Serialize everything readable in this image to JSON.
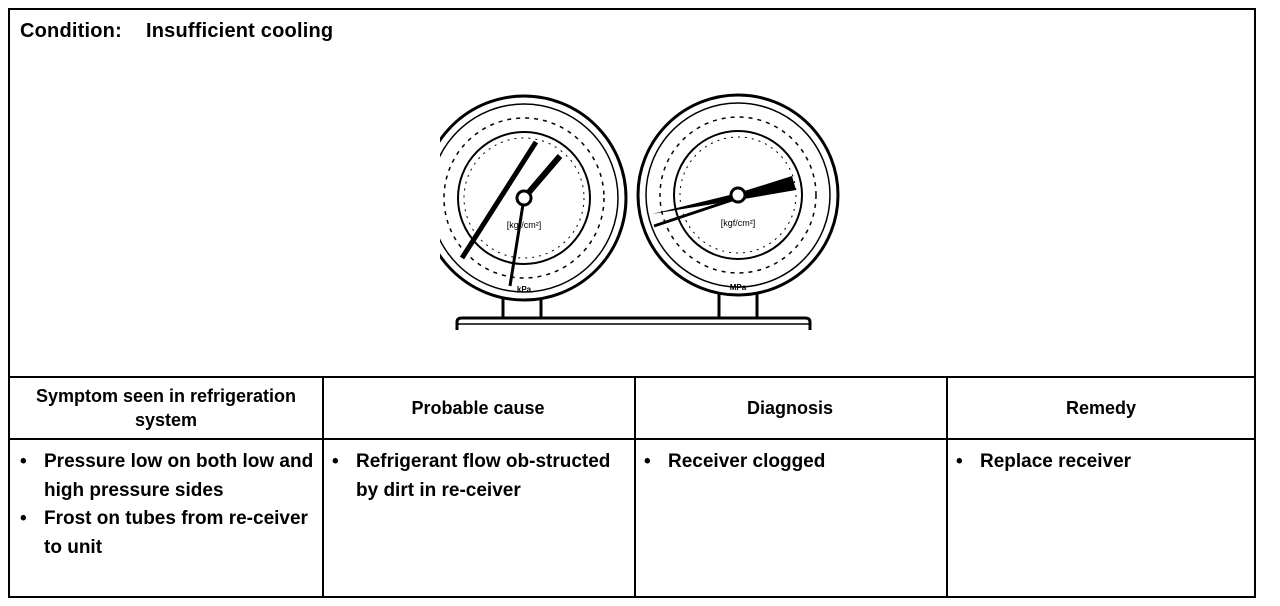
{
  "condition": {
    "label": "Condition:",
    "value": "Insufficient cooling"
  },
  "figure": {
    "low_gauge": {
      "unit_label": "[kgf/cm²]",
      "bottom_label": "kPa"
    },
    "high_gauge": {
      "unit_label": "[kgf/cm²]",
      "bottom_label": "MPa"
    }
  },
  "table": {
    "headers": [
      "Symptom seen in refrigeration system",
      "Probable cause",
      "Diagnosis",
      "Remedy"
    ],
    "symptoms": [
      "Pressure low on both low and high pressure sides",
      "Frost on tubes from re-ceiver to unit"
    ],
    "causes": [
      "Refrigerant flow ob-structed by dirt in re-ceiver"
    ],
    "diagnosis": [
      "Receiver clogged"
    ],
    "remedy": [
      "Replace receiver"
    ]
  }
}
